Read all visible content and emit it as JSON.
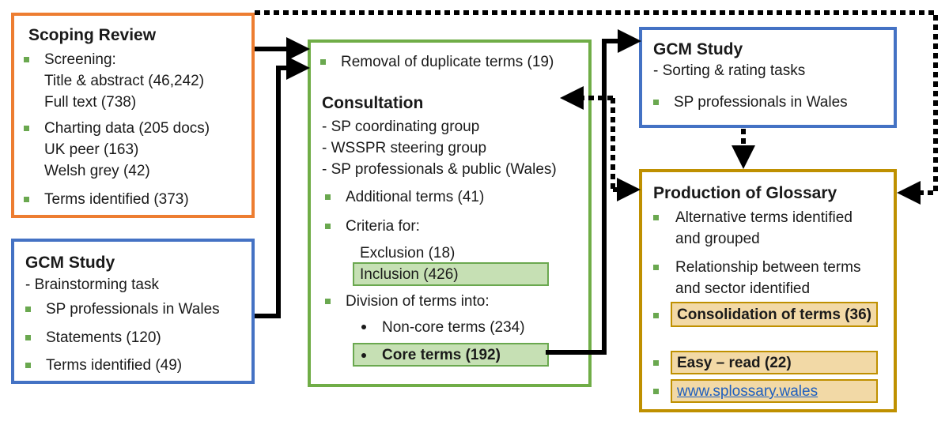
{
  "scoping_review": {
    "title": "Scoping Review",
    "screening": "Screening:",
    "title_abstract": "Title & abstract (46,242)",
    "full_text": "Full text (738)",
    "charting": "Charting data (205 docs)",
    "uk_peer": "UK peer (163)",
    "welsh_grey": "Welsh grey (42)",
    "terms_identified": "Terms identified (373)"
  },
  "gcm_brainstorm": {
    "title": "GCM Study",
    "subtitle": "- Brainstorming task",
    "sp_professionals": "SP professionals in Wales",
    "statements": "Statements (120)",
    "terms_identified": "Terms identified (49)"
  },
  "consultation": {
    "removal": "Removal of duplicate terms (19)",
    "title": "Consultation",
    "group1": "-  SP coordinating group",
    "group2": "-  WSSPR steering group",
    "group3": "-  SP professionals & public (Wales)",
    "additional": "Additional terms (41)",
    "criteria": "Criteria for:",
    "exclusion": "Exclusion (18)",
    "inclusion": "Inclusion (426)",
    "division": "Division of terms into:",
    "non_core": "Non-core terms (234)",
    "core": "Core terms (192)"
  },
  "gcm_sorting": {
    "title": "GCM Study",
    "subtitle": "- Sorting & rating tasks",
    "sp_professionals": "SP professionals in Wales"
  },
  "glossary": {
    "title": "Production of Glossary",
    "alt1": "Alternative terms identified",
    "alt2": "and grouped",
    "rel1": "Relationship between terms",
    "rel2": "and sector identified",
    "consolidation": "Consolidation of terms (36)",
    "easy_read": "Easy – read (22)",
    "website": "www.splossary.wales"
  },
  "colors": {
    "orange": "#ed7d31",
    "blue": "#4472c4",
    "green": "#70ad47",
    "gold": "#bf9000",
    "bullet": "#6aa84f"
  }
}
